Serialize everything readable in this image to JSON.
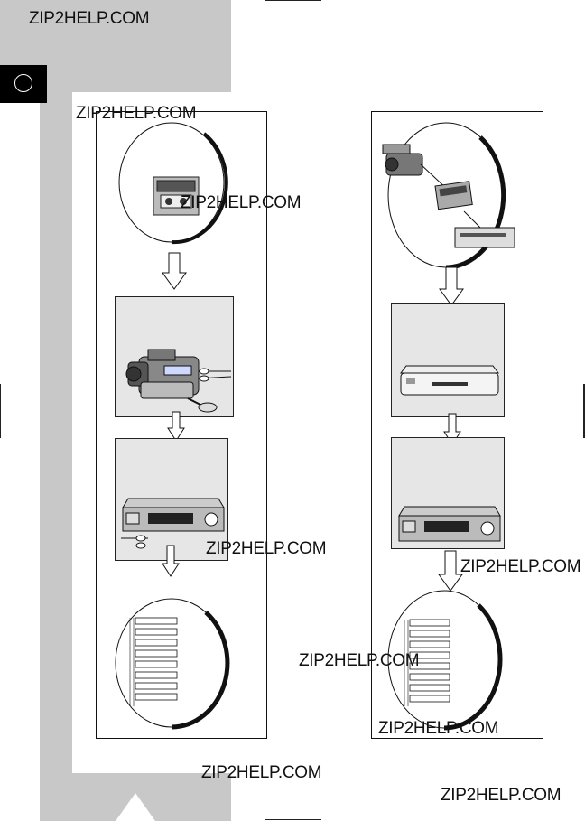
{
  "watermarks": [
    "ZIP2HELP.COM",
    "ZIP2HELP.COM",
    "ZIP2HELP.COM",
    "ZIP2HELP.COM",
    "ZIP2HELP.COM",
    "ZIP2HELP.COM",
    "ZIP2HELP.COM",
    "ZIP2HELP.COM",
    "ZIP2HELP.COM"
  ],
  "icons": {
    "language_tab": "circle-icon",
    "section_marker": "triangle-icon",
    "flow_arrow": "arrow-down-icon"
  },
  "colors": {
    "page_band": "#c8c8c8",
    "tab": "#000000",
    "panel": "#e6e6e6"
  }
}
